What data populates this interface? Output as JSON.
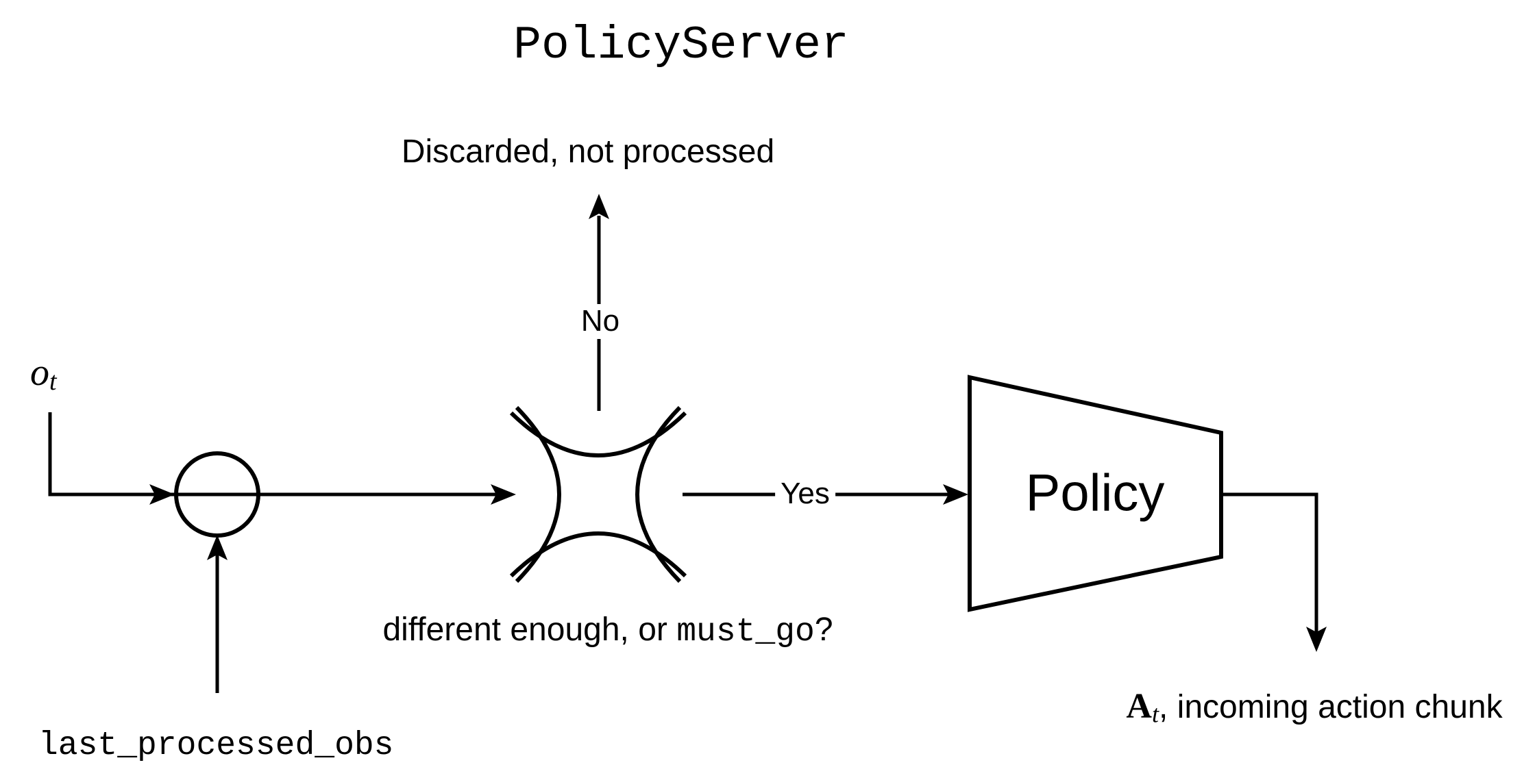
{
  "colors": {
    "ink": "#000000",
    "background": "#ffffff"
  },
  "title": "PolicyServer",
  "labels": {
    "discarded": "Discarded, not processed",
    "no": "No",
    "yes": "Yes",
    "observation_base": "o",
    "observation_sub": "t",
    "last_processed_obs": "last_processed_obs",
    "question_prefix": "different enough, or ",
    "question_code": "must_go",
    "question_suffix": "?",
    "policy": "Policy",
    "action_base": "A",
    "action_sub": "t",
    "action_suffix": ", incoming action chunk"
  }
}
